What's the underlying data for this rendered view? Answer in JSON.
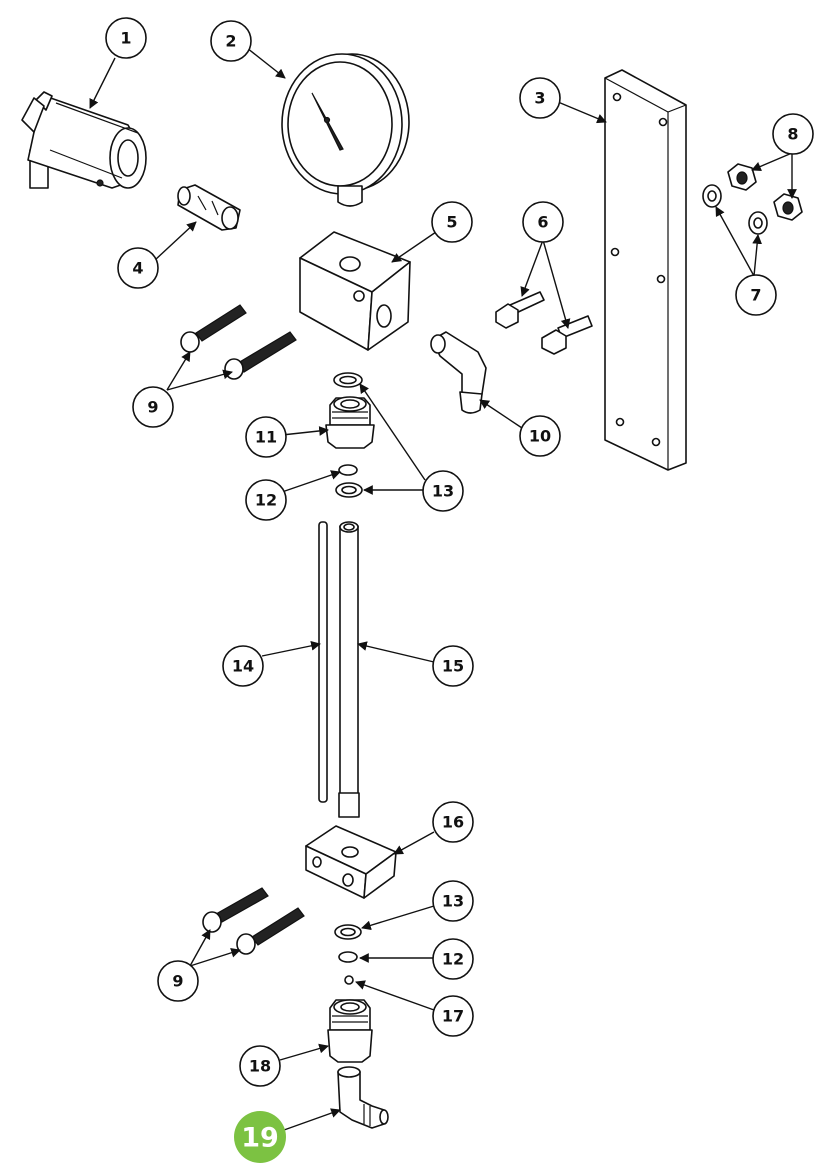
{
  "colors": {
    "highlight": "#7cc242",
    "line": "#111111",
    "background": "#ffffff"
  },
  "callouts": [
    {
      "label": "1"
    },
    {
      "label": "2"
    },
    {
      "label": "3"
    },
    {
      "label": "4"
    },
    {
      "label": "5"
    },
    {
      "label": "6"
    },
    {
      "label": "7"
    },
    {
      "label": "8"
    },
    {
      "label": "9"
    },
    {
      "label": "9"
    },
    {
      "label": "10"
    },
    {
      "label": "11"
    },
    {
      "label": "12"
    },
    {
      "label": "12"
    },
    {
      "label": "13"
    },
    {
      "label": "13"
    },
    {
      "label": "14"
    },
    {
      "label": "15"
    },
    {
      "label": "16"
    },
    {
      "label": "17"
    },
    {
      "label": "18"
    }
  ],
  "highlight_callout": {
    "label": "19"
  }
}
